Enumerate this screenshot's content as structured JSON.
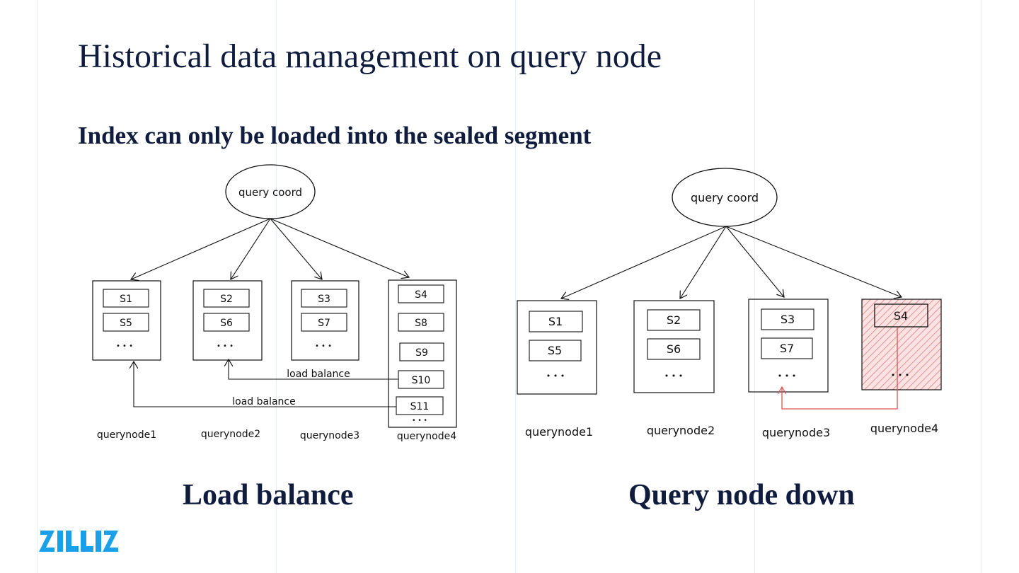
{
  "slide": {
    "title": "Historical data management on query node",
    "subtitle": "Index can only be loaded into the sealed segment"
  },
  "diagrams": [
    {
      "caption": "Load balance",
      "coordinator": "query coord",
      "nodes": [
        {
          "label": "querynode1",
          "segments": [
            "S1",
            "S5"
          ],
          "more": "• • •"
        },
        {
          "label": "querynode2",
          "segments": [
            "S2",
            "S6"
          ],
          "more": "• • •"
        },
        {
          "label": "querynode3",
          "segments": [
            "S3",
            "S7"
          ],
          "more": "• • •"
        },
        {
          "label": "querynode4",
          "segments": [
            "S4",
            "S8",
            "S9",
            "S10",
            "S11"
          ],
          "more": "• • •"
        }
      ],
      "transfers": [
        "load balance",
        "load balance"
      ]
    },
    {
      "caption": "Query node down",
      "coordinator": "query coord",
      "nodes": [
        {
          "label": "querynode1",
          "segments": [
            "S1",
            "S5"
          ],
          "more": "• • •"
        },
        {
          "label": "querynode2",
          "segments": [
            "S2",
            "S6"
          ],
          "more": "• • •"
        },
        {
          "label": "querynode3",
          "segments": [
            "S3",
            "S7"
          ],
          "more": "• • •"
        },
        {
          "label": "querynode4",
          "segments": [
            "S4"
          ],
          "more": "• • •",
          "status": "down"
        }
      ]
    }
  ],
  "colors": {
    "text": "#0f1c3d",
    "failed": "#d9534f",
    "brand": "#1aa0e8"
  },
  "logo": {
    "text": "ZILLIZ"
  }
}
